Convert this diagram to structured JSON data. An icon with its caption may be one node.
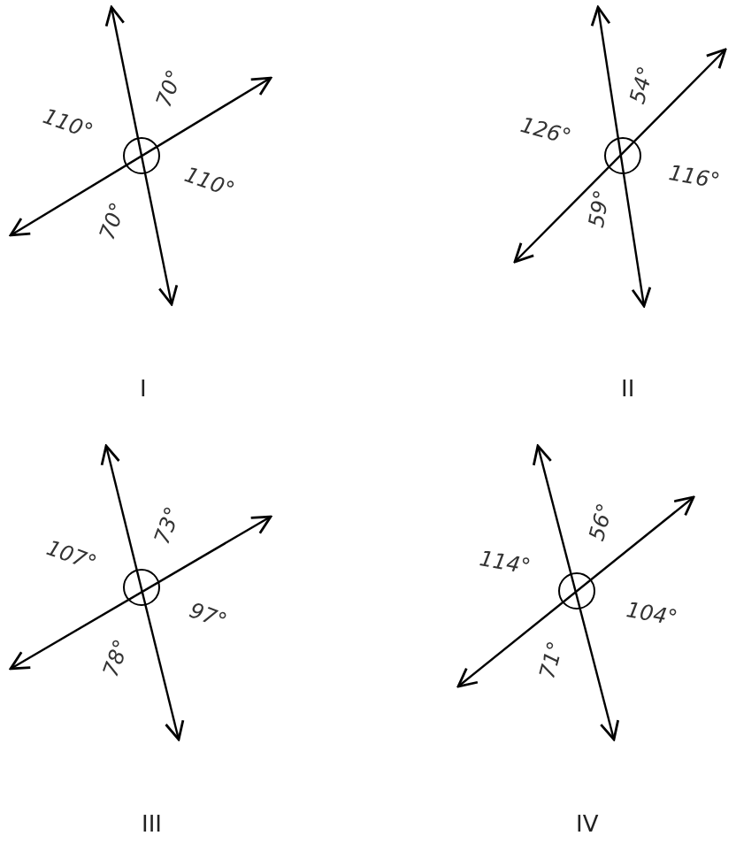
{
  "diagram": {
    "labels": [
      "110°",
      "70°",
      "110°",
      "70°",
      "I",
      "126°",
      "54°",
      "116°",
      "59°",
      "II",
      "107°",
      "73°",
      "97°",
      "78°",
      "III",
      "114°",
      "56°",
      "104°",
      "71°",
      "IV"
    ]
  }
}
